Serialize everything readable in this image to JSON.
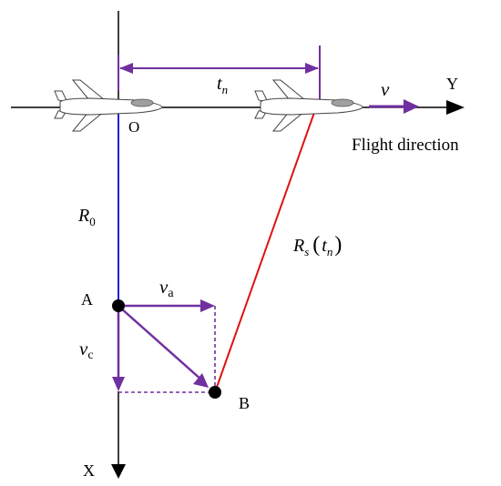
{
  "labels": {
    "origin": "O",
    "point_a": "A",
    "point_b": "B",
    "axis_x": "X",
    "axis_y": "Y",
    "flight_direction": "Flight direction",
    "r0_main": "R",
    "r0_sub": "0",
    "tn_main": "t",
    "tn_sub": "n",
    "v": "v",
    "va_main": "v",
    "va_sub": "a",
    "vc_main": "v",
    "vc_sub": "c",
    "rs_main": "R",
    "rs_sub": "s",
    "rs_arg_main": "t",
    "rs_arg_sub": "n",
    "paren_open": "(",
    "paren_close": ")"
  },
  "colors": {
    "axis": "#000000",
    "r0_line": "#1f1fe0",
    "rs_line": "#e01010",
    "vector": "#7030a0",
    "point": "#000000",
    "plane_body": "#ffffff",
    "plane_outline": "#444444",
    "plane_window": "#a0a0a0"
  }
}
